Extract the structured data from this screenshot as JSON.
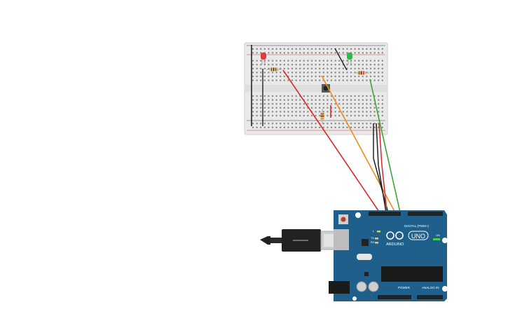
{
  "canvas": {
    "background": "#ffffff"
  },
  "breadboard": {
    "rows": 30,
    "power_rail_plus_color": "#d83a3a",
    "power_rail_minus_color": "#3a3a3a",
    "body_color": "#e8e8e8"
  },
  "components": {
    "led_red": {
      "color": "#e23b3b"
    },
    "led_green": {
      "color": "#2dbb47"
    },
    "pushbutton": {
      "color": "#333333"
    },
    "resistors": {
      "color": "#d9b77a"
    }
  },
  "wires": {
    "red": "#d62a2a",
    "orange": "#f08a1a",
    "green": "#3aa63a",
    "black": "#222222"
  },
  "arduino": {
    "board_color": "#1e5f8c",
    "logo_text": "ARDUINO",
    "model_text": "UNO",
    "digital_label": "DIGITAL (PWM~)",
    "analog_label": "ANALOG IN",
    "power_label": "POWER",
    "tx_label": "TX",
    "rx_label": "RX",
    "l_label": "L",
    "on_label": "ON"
  }
}
